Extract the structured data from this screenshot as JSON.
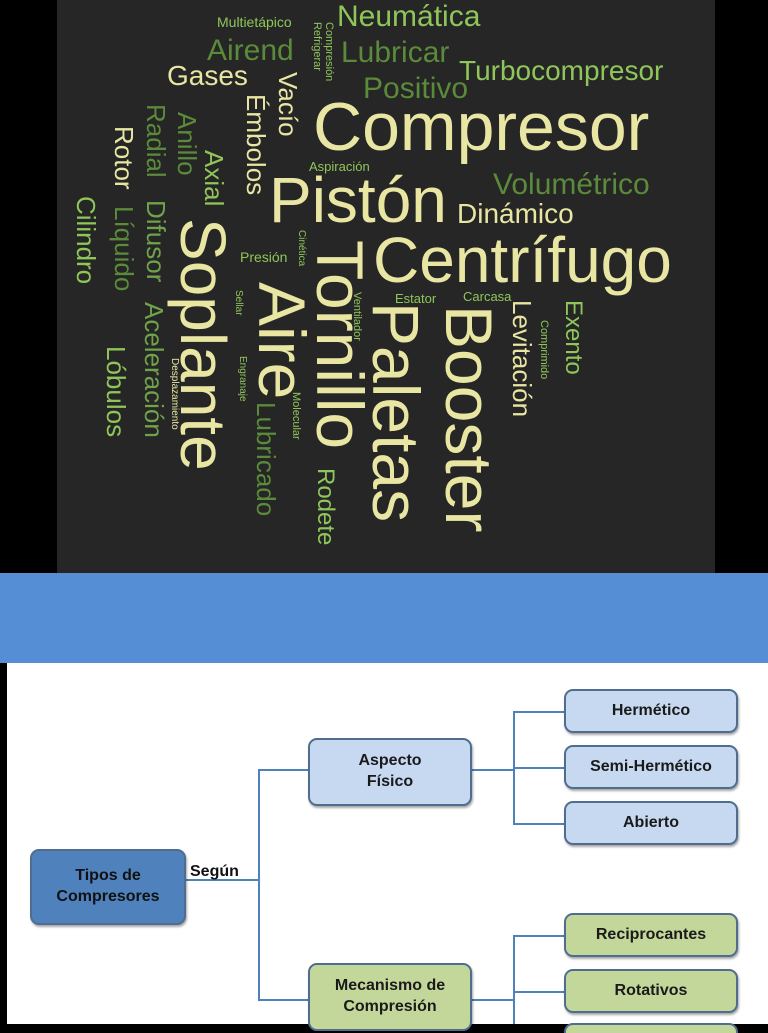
{
  "word_cloud": {
    "words": {
      "multietapico": "Multietápico",
      "neumatica": "Neumática",
      "compresion_small": "Compresión",
      "refrigerar": "Refrigerar",
      "airend": "Airend",
      "lubricar": "Lubricar",
      "gases": "Gases",
      "turbocompresor": "Turbocompresor",
      "positivo": "Positivo",
      "vacio": "Vacío",
      "embolos": "Émbolos",
      "compresor": "Compresor",
      "aspiracion": "Aspiración",
      "volumetrico": "Volumétrico",
      "piston": "Pistón",
      "dinamico": "Dinámico",
      "cinetica": "Cinética",
      "centrifugo": "Centrífugo",
      "presion": "Presión",
      "estator": "Estator",
      "carcasa": "Carcasa",
      "exento": "Exento",
      "comprimido": "Comprimido",
      "levitacion": "Levitación",
      "booster": "Booster",
      "paletas": "Paletas",
      "tornillo": "Tornillo",
      "ventilador": "Ventilador",
      "rodete": "Rodete",
      "molecular": "Molecular",
      "aire": "Aire",
      "lubricado": "Lubricado",
      "sellar": "Sellar",
      "engranaje": "Engranaje",
      "soplante": "Soplante",
      "desplazamiento": "Desplazamiento",
      "axial": "Axial",
      "anillo": "Anillo",
      "aceleracion": "Aceleración",
      "radial": "Radial",
      "difusor": "Difusor",
      "rotor": "Rotor",
      "liquido": "Líquido",
      "lobulos": "Lóbulos",
      "cilindro": "Cilindro"
    }
  },
  "diagram": {
    "root": "Tipos de Compresores",
    "edge_label": "Según",
    "branches": [
      {
        "label": "Aspecto Físico",
        "children": [
          "Hermético",
          "Semi-Hermético",
          "Abierto"
        ]
      },
      {
        "label": "Mecanismo de Compresión",
        "children": [
          "Reciprocantes",
          "Rotativos"
        ]
      }
    ]
  },
  "colors": {
    "cloud_background": "#262626",
    "word_yellow": "#e8e6a2",
    "word_green": "#8fc65a",
    "band_blue": "#558ed5",
    "node_light_blue": "#c6d9f1",
    "node_blue": "#4f81bd",
    "node_green": "#c4d79b"
  }
}
